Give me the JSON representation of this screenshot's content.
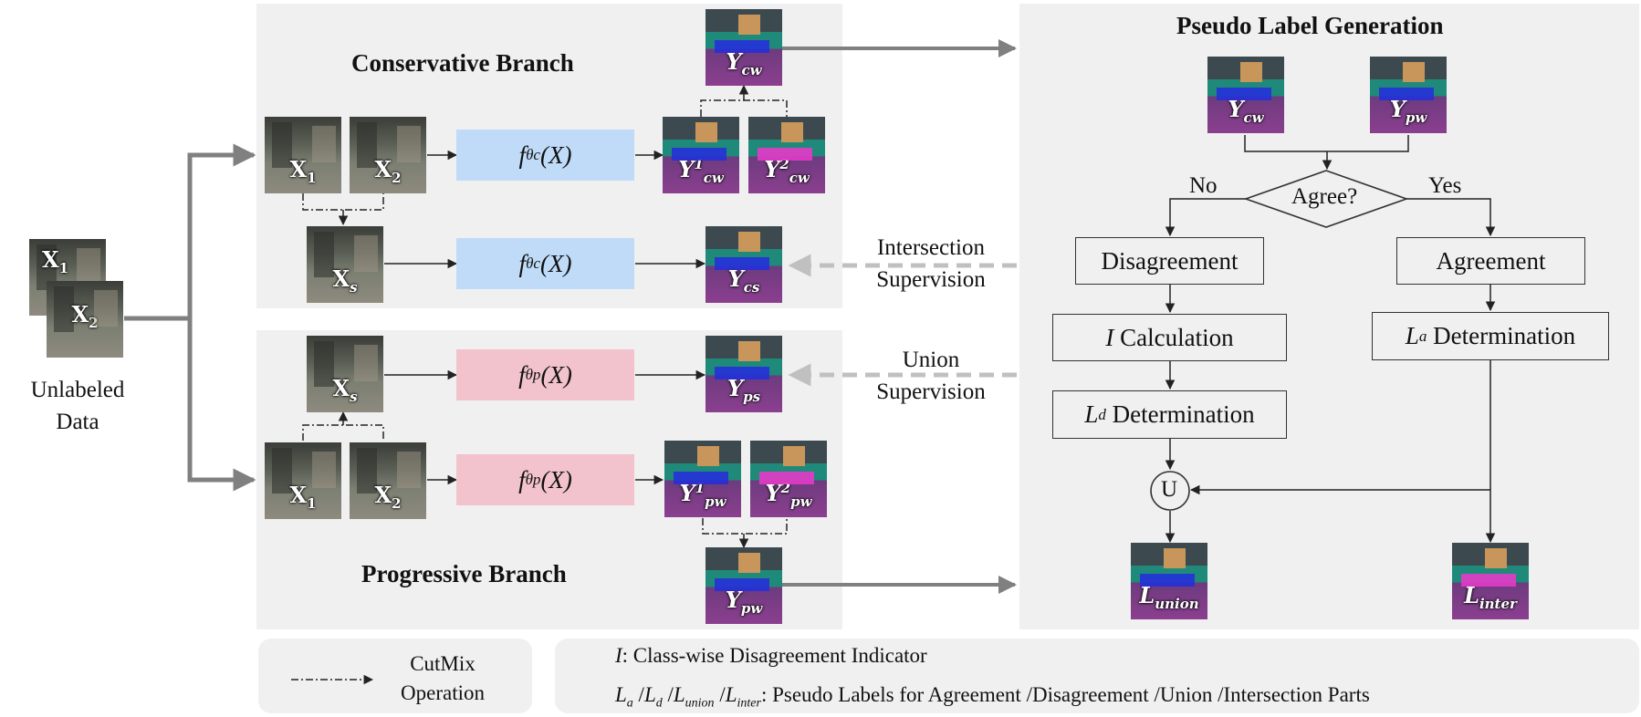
{
  "branches": {
    "conservative_title": "Conservative Branch",
    "progressive_title": "Progressive Branch",
    "pseudo_title": "Pseudo Label Generation"
  },
  "inputs": {
    "unlabeled_line1": "Unlabeled",
    "unlabeled_line2": "Data",
    "x1": "X",
    "x1_sub": "1",
    "x2": "X",
    "x2_sub": "2",
    "xs": "X",
    "xs_sub": "s"
  },
  "models": {
    "fc_func": "f",
    "fc_sub": "θc",
    "fc_arg": "(X)",
    "fp_func": "f",
    "fp_sub": "θp",
    "fp_arg": "(X)"
  },
  "outputs": {
    "y": "Y",
    "cw_sub": "cw",
    "pw_sub": "pw",
    "cs_sub": "cs",
    "ps_sub": "ps",
    "sup1": "1",
    "sup2": "2",
    "l": "L",
    "union_sub": "union",
    "inter_sub": "inter"
  },
  "supervision": {
    "intersection_line1": "Intersection",
    "intersection_line2": "Supervision",
    "union_line1": "Union",
    "union_line2": "Supervision"
  },
  "flow": {
    "agree_question": "Agree?",
    "no_label": "No",
    "yes_label": "Yes",
    "disagreement": "Disagreement",
    "agreement": "Agreement",
    "i_symbol": "I",
    "i_calc": " Calculation",
    "la_symbol": "L",
    "la_sub": "a",
    "determination": " Determination",
    "ld_symbol": "L",
    "ld_sub": "d",
    "union_symbol": "U"
  },
  "legend": {
    "cutmix_line1": "CutMix",
    "cutmix_line2": "Operation",
    "i_symbol": "I",
    "i_desc": ": Class-wise Disagreement Indicator",
    "l": "L",
    "a_sub": "a",
    "d_sub": "d",
    "union_sub": "union",
    "inter_sub": "inter",
    "slash": " /",
    "labels_desc": ": Pseudo Labels for Agreement /Disagreement /Union /Intersection Parts"
  },
  "colors": {
    "panel_bg": "#f0f0f0",
    "conservative_model": "#bfdbf7",
    "progressive_model": "#f2c3cc",
    "thick_arrow": "#808080",
    "dashed_arrow": "#c0c0c0"
  }
}
